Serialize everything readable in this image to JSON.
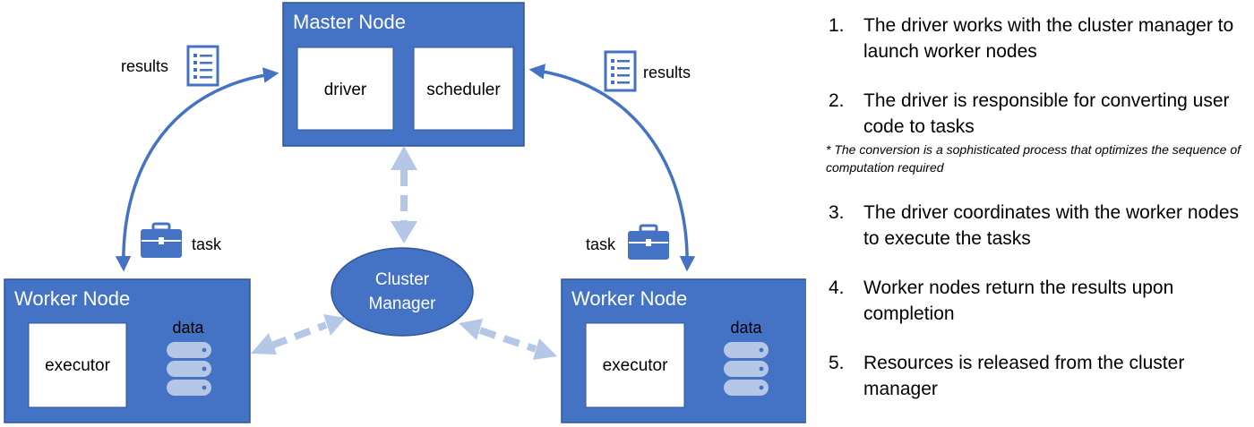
{
  "colors": {
    "node_fill": "#4472C4",
    "node_border": "#2F5597",
    "arrow_solid": "#4472C4",
    "arrow_dashed": "#B4C7E7",
    "icon": "#4472C4",
    "icon_light": "#B4C7E7"
  },
  "master": {
    "title": "Master Node",
    "driver": "driver",
    "scheduler": "scheduler"
  },
  "worker_left": {
    "title": "Worker Node",
    "executor": "executor",
    "data_label": "data"
  },
  "worker_right": {
    "title": "Worker Node",
    "executor": "executor",
    "data_label": "data"
  },
  "cluster_manager": {
    "line1": "Cluster",
    "line2": "Manager"
  },
  "labels": {
    "results_left": "results",
    "results_right": "results",
    "task_left": "task",
    "task_right": "task"
  },
  "icons": {
    "results": "document-list-icon",
    "task": "briefcase-icon",
    "data": "database-icon"
  },
  "steps": [
    {
      "num": "1.",
      "text": "The driver works with the cluster manager to launch worker nodes"
    },
    {
      "num": "2.",
      "text": "The driver is responsible for converting user code to tasks",
      "note": "* The conversion is a sophisticated process that optimizes the sequence of computation required"
    },
    {
      "num": "3.",
      "text": "The driver coordinates with the worker nodes to execute the tasks"
    },
    {
      "num": "4.",
      "text": "Worker nodes return the results upon completion"
    },
    {
      "num": "5.",
      "text": "Resources is released from the cluster manager"
    }
  ]
}
